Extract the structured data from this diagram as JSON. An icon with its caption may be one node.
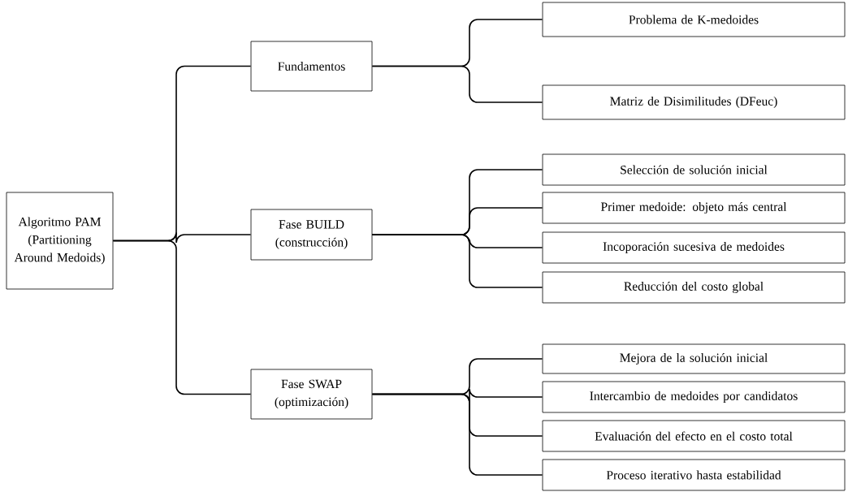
{
  "diagram": {
    "nodes": [
      {
        "text": [
          "Algoritmo PAM (Partitioning Around Medoids)"
        ]
      },
      {
        "text": [
          "Fundamentos"
        ]
      },
      {
        "text": [
          "Fase BUILD (construcción)"
        ]
      },
      {
        "text": [
          "Fase SWAP (optimización)"
        ]
      },
      {
        "text": [
          "Problema de K-medoides"
        ]
      },
      {
        "text": [
          "Matriz de Disimilitudes (DFeuc)"
        ]
      },
      {
        "text": [
          "Selección de solución inicial"
        ]
      },
      {
        "text": [
          "Primer medoide: objeto más central"
        ]
      },
      {
        "text": [
          "Incoporación sucesiva de medoides"
        ]
      },
      {
        "text": [
          "Reducción del costo global"
        ]
      },
      {
        "text": [
          "Mejora de la solución inicial"
        ]
      },
      {
        "text": [
          "Intercambio de medoides por candidatos"
        ]
      },
      {
        "text": [
          "Evaluación del efecto en el costo total"
        ]
      },
      {
        "text": [
          "Proceso iterativo hasta estabilidad"
        ]
      }
    ],
    "edges": [
      {
        "from": 0,
        "to": 1,
        "arrow": "none"
      },
      {
        "from": 0,
        "to": 2,
        "arrow": "none"
      },
      {
        "from": 0,
        "to": 3,
        "arrow": "none"
      },
      {
        "from": 1,
        "to": 4,
        "arrow": "none"
      },
      {
        "from": 1,
        "to": 5,
        "arrow": "none"
      },
      {
        "from": 2,
        "to": 6,
        "arrow": "none"
      },
      {
        "from": 2,
        "to": 7,
        "arrow": "none"
      },
      {
        "from": 2,
        "to": 8,
        "arrow": "none"
      },
      {
        "from": 2,
        "to": 9,
        "arrow": "none"
      },
      {
        "from": 3,
        "to": 10,
        "arrow": "none"
      },
      {
        "from": 3,
        "to": 11,
        "arrow": "none"
      },
      {
        "from": 3,
        "to": 12,
        "arrow": "none"
      },
      {
        "from": 3,
        "to": 13,
        "arrow": "none"
      }
    ]
  }
}
